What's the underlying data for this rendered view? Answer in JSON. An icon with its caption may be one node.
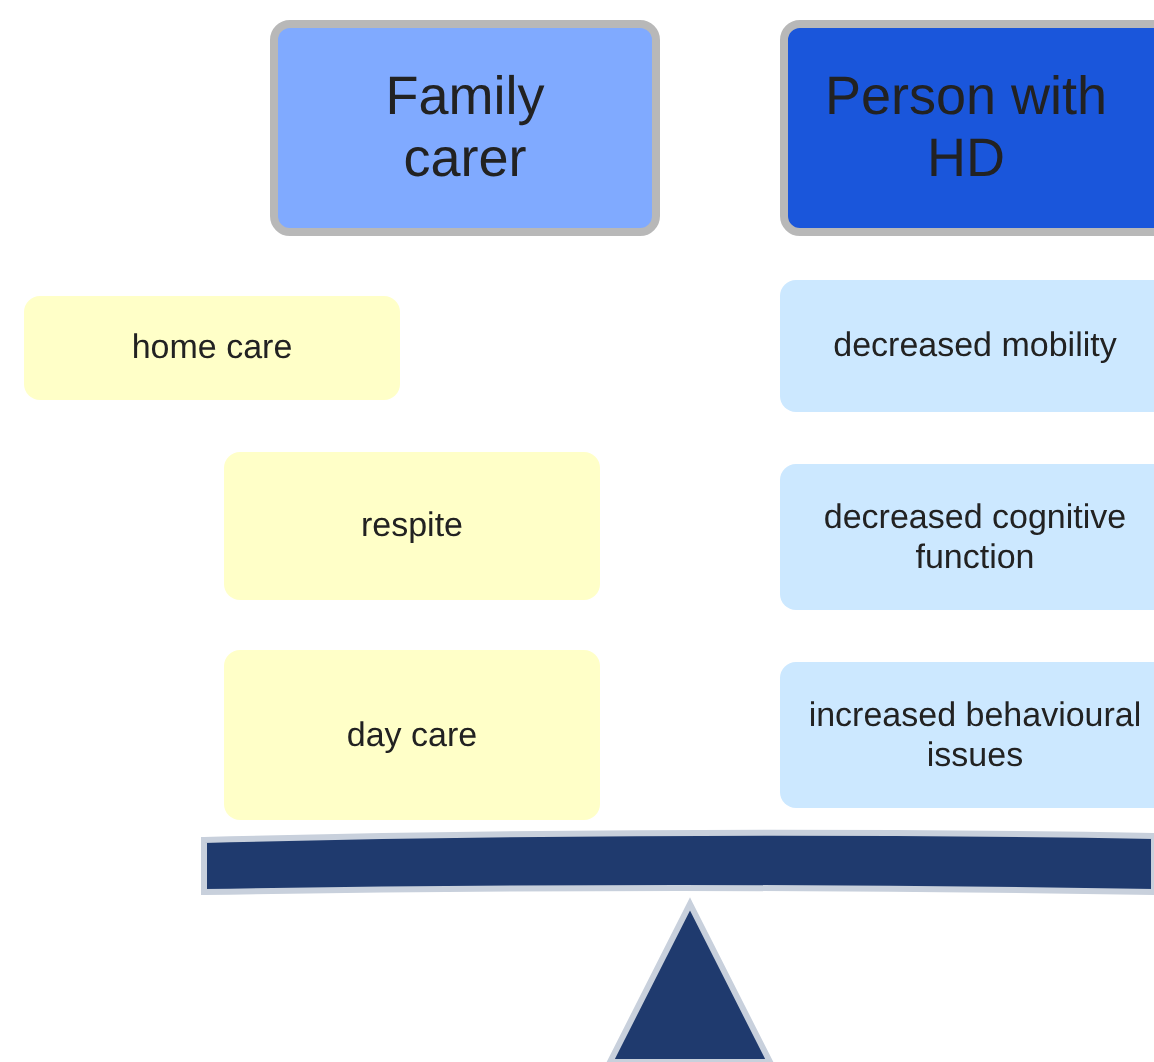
{
  "diagram": {
    "nodes": [
      {
        "text": [
          "Family carer"
        ]
      },
      {
        "text": [
          "Person with HD"
        ]
      },
      {
        "text": [
          "home care"
        ]
      },
      {
        "text": [
          "respite"
        ]
      },
      {
        "text": [
          "day care"
        ]
      },
      {
        "text": [
          "decreased mobility"
        ]
      },
      {
        "text": [
          "decreased cognitive function"
        ]
      },
      {
        "text": [
          "increased behavioural issues"
        ]
      }
    ]
  }
}
